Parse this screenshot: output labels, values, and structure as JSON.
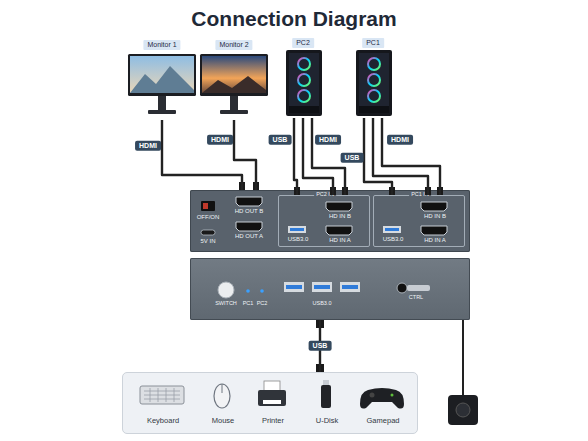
{
  "diagram": {
    "title": "Connection Diagram",
    "nodes": [
      {
        "text": [
          "Monitor 1"
        ]
      },
      {
        "text": [
          "Monitor 2"
        ]
      },
      {
        "text": [
          "PC2"
        ]
      },
      {
        "text": [
          "PC1"
        ]
      },
      {
        "text": [
          "OFF/ON",
          "5V IN",
          "HD OUT B",
          "HD OUT A"
        ]
      },
      {
        "text": [
          "PC2 IN",
          "HD IN B",
          "USB3.0",
          "HD IN A"
        ],
        "in": 4
      },
      {
        "text": [
          "PC1 IN",
          "HD IN B",
          "USB3.0",
          "HD IN A"
        ],
        "in": 4
      },
      {
        "text": [
          "SWITCH",
          "PC1",
          "PC2",
          "USB3.0",
          "CTRL"
        ]
      },
      {
        "text": [
          "Keyboard",
          "Mouse",
          "Printer",
          "U-Disk",
          "Gamepad"
        ]
      }
    ],
    "edges": [
      {
        "from": 0,
        "to": 4,
        "label": "HDMI",
        "arrow": "none"
      },
      {
        "from": 1,
        "to": 4,
        "label": "HDMI",
        "arrow": "none"
      },
      {
        "from": 2,
        "to": 5,
        "label": "USB",
        "arrow": "none"
      },
      {
        "from": 2,
        "to": 5,
        "arrow": "none"
      },
      {
        "from": 2,
        "to": 5,
        "label": "HDMI",
        "arrow": "none"
      },
      {
        "from": 3,
        "to": 6,
        "label": "USB",
        "arrow": "none"
      },
      {
        "from": 3,
        "to": 6,
        "arrow": "none"
      },
      {
        "from": 3,
        "to": 6,
        "label": "HDMI",
        "arrow": "none"
      },
      {
        "from": 7,
        "to": 8,
        "label": "USB",
        "arrow": "none"
      }
    ]
  }
}
